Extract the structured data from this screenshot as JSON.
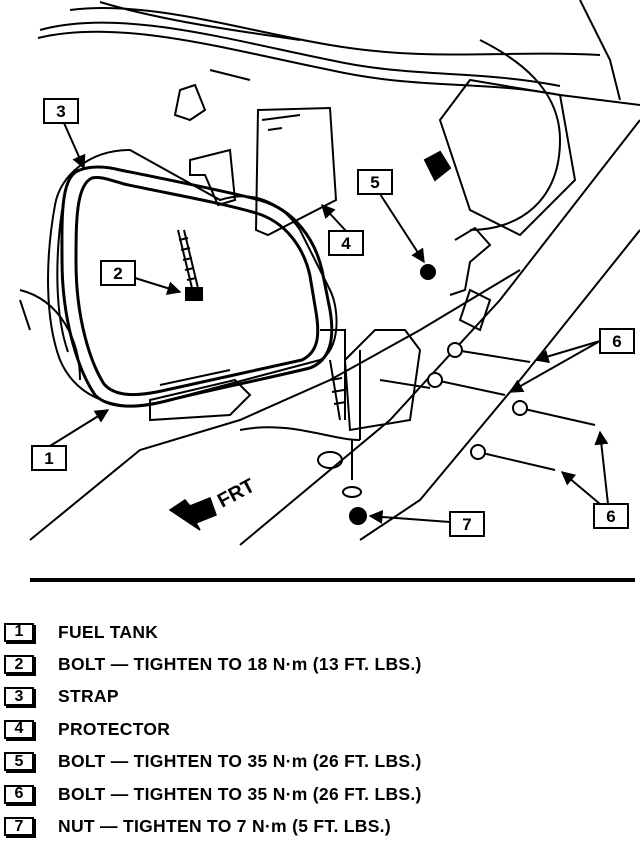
{
  "diagram": {
    "direction_label": "FRT",
    "callouts": {
      "c1": "1",
      "c2": "2",
      "c3": "3",
      "c4": "4",
      "c5": "5",
      "c6a": "6",
      "c6b": "6",
      "c7": "7"
    }
  },
  "legend": [
    {
      "num": "1",
      "text": "FUEL TANK"
    },
    {
      "num": "2",
      "text": "BOLT — TIGHTEN TO 18 N·m (13 FT. LBS.)"
    },
    {
      "num": "3",
      "text": "STRAP"
    },
    {
      "num": "4",
      "text": "PROTECTOR"
    },
    {
      "num": "5",
      "text": "BOLT — TIGHTEN TO 35 N·m (26 FT. LBS.)"
    },
    {
      "num": "6",
      "text": "BOLT — TIGHTEN TO 35 N·m (26 FT. LBS.)"
    },
    {
      "num": "7",
      "text": "NUT — TIGHTEN TO 7 N·m (5 FT. LBS.)"
    }
  ]
}
